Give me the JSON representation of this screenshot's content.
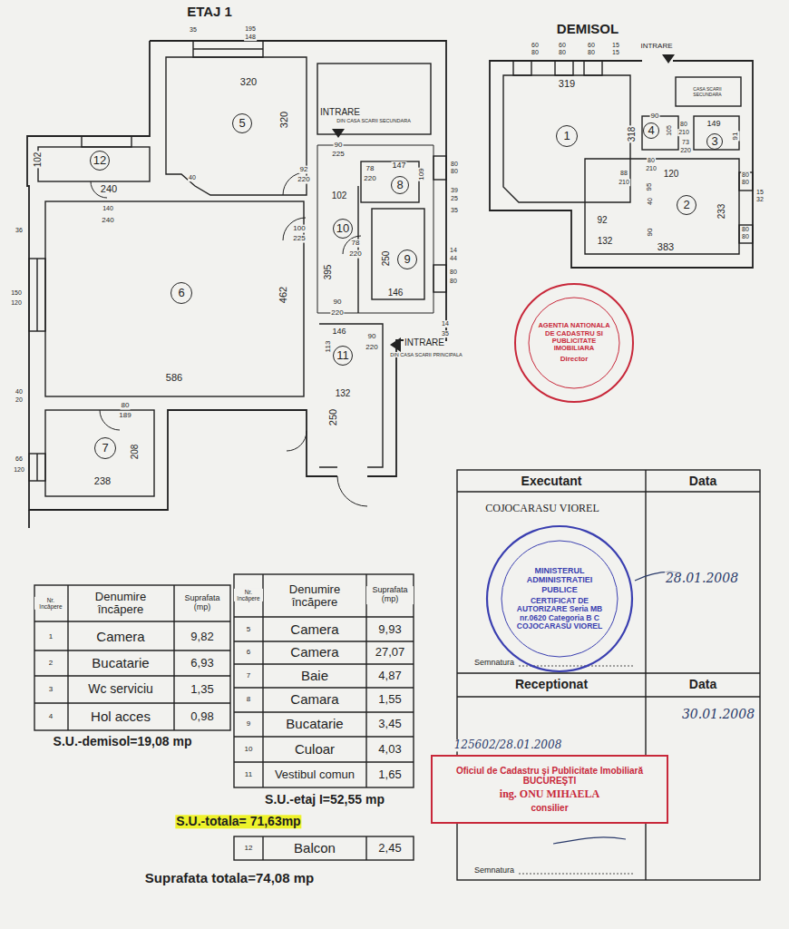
{
  "diagram": {
    "nodes": [
      {
        "text": [
          "5"
        ]
      },
      {
        "text": [
          "12"
        ]
      },
      {
        "text": [
          "8"
        ]
      },
      {
        "text": [
          "10"
        ]
      },
      {
        "text": [
          "9"
        ]
      },
      {
        "text": [
          "6"
        ]
      },
      {
        "text": [
          "11"
        ]
      },
      {
        "text": [
          "7"
        ]
      },
      {
        "text": [
          "1"
        ]
      },
      {
        "text": [
          "4"
        ]
      },
      {
        "text": [
          "3"
        ]
      },
      {
        "text": [
          "2"
        ]
      },
      {
        "text": [
          "AGENTIA NATIONALA DE CADASTRU SI PUBLICITATE IMOBILIARA",
          "Director"
        ]
      },
      {
        "text": [
          "MINISTERUL ADMINISTRATIEI PUBLICE",
          "CERTIFICAT DE AUTORIZARE Seria MB nr.0620 Categoria B C COJOCARASU VIOREL"
        ]
      },
      {
        "text": [
          "Oficiul de Cadastru şi Publicitate Imobiliară BUCUREŞTI",
          "ing. ONU MIHAELA",
          "consilier"
        ]
      }
    ],
    "labels": [
      "ETAJ 1",
      "35",
      "195",
      "148",
      "320",
      "320",
      "40",
      "INTRARE",
      "DIN CASA SCARII SECUNDARA",
      "90",
      "225",
      "92",
      "220",
      "78",
      "220",
      "147",
      "109",
      "80",
      "80",
      "39",
      "25",
      "35",
      "102",
      "240",
      "140",
      "240",
      "102",
      "100",
      "225",
      "78",
      "220",
      "395",
      "250",
      "14",
      "44",
      "80",
      "80",
      "462",
      "36",
      "150",
      "120",
      "146",
      "90",
      "220",
      "14",
      "35",
      "146",
      "113",
      "90",
      "220",
      "INTRARE",
      "DIN CASA SCARII PRINCIPALA",
      "586",
      "132",
      "40",
      "20",
      "80",
      "189",
      "208",
      "250",
      "238",
      "66",
      "120",
      "DEMISOL",
      "60",
      "80",
      "60",
      "80",
      "60",
      "80",
      "15",
      "15",
      "INTRARE",
      "CASA SCARII SECUNDARA",
      "319",
      "318",
      "90",
      "105",
      "80",
      "210",
      "73",
      "220",
      "149",
      "91",
      "80",
      "210",
      "120",
      "88",
      "210",
      "95",
      "40",
      "233",
      "80",
      "80",
      "15",
      "32",
      "80",
      "80",
      "92",
      "90",
      "132",
      "383",
      "Nr. încăpere",
      "Denumire încăpere",
      "Suprafata (mp)",
      "1",
      "Camera",
      "9,82",
      "2",
      "Bucatarie",
      "6,93",
      "3",
      "Wc serviciu",
      "1,35",
      "4",
      "Hol acces",
      "0,98",
      "S.U.-demisol=19,08 mp",
      "Nr. încăpere",
      "Denumire încăpere",
      "Suprafata (mp)",
      "5",
      "Camera",
      "9,93",
      "6",
      "Camera",
      "27,07",
      "7",
      "Baie",
      "4,87",
      "8",
      "Camara",
      "1,55",
      "9",
      "Bucatarie",
      "3,45",
      "10",
      "Culoar",
      "4,03",
      "11",
      "Vestibul comun",
      "1,65",
      "S.U.-etaj I=52,55 mp",
      "S.U.-totala= 71,63mp",
      "12",
      "Balcon",
      "2,45",
      "Suprafata totala=74,08 mp",
      "Executant",
      "Data",
      "COJOCARASU VIOREL",
      "28.01.2008",
      "Semnatura",
      "Receptionat",
      "Data",
      "30.01.2008",
      "125602/28.01.2008",
      "Semnatura"
    ]
  }
}
